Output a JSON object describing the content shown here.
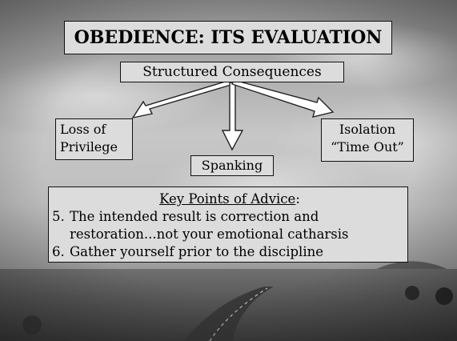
{
  "slide": {
    "title": "OBEDIENCE: ITS EVALUATION",
    "center": "Structured Consequences",
    "branches": {
      "left_line1": "Loss of",
      "left_line2": "Privilege",
      "middle": "Spanking",
      "right_line1": "Isolation",
      "right_line2": "“Time Out”"
    },
    "advice": {
      "heading": "Key Points of Advice",
      "heading_suffix": ":",
      "item5_num": "5.",
      "item5_line1": "The intended result is correction and",
      "item5_line2": "restoration...not your emotional catharsis",
      "item6_num": "6.",
      "item6_line1": "Gather yourself prior to the discipline"
    }
  },
  "colors": {
    "box_fill": "#dcdcdc",
    "box_border": "#111111",
    "arrow_fill": "#ffffff",
    "arrow_stroke": "#222222"
  }
}
